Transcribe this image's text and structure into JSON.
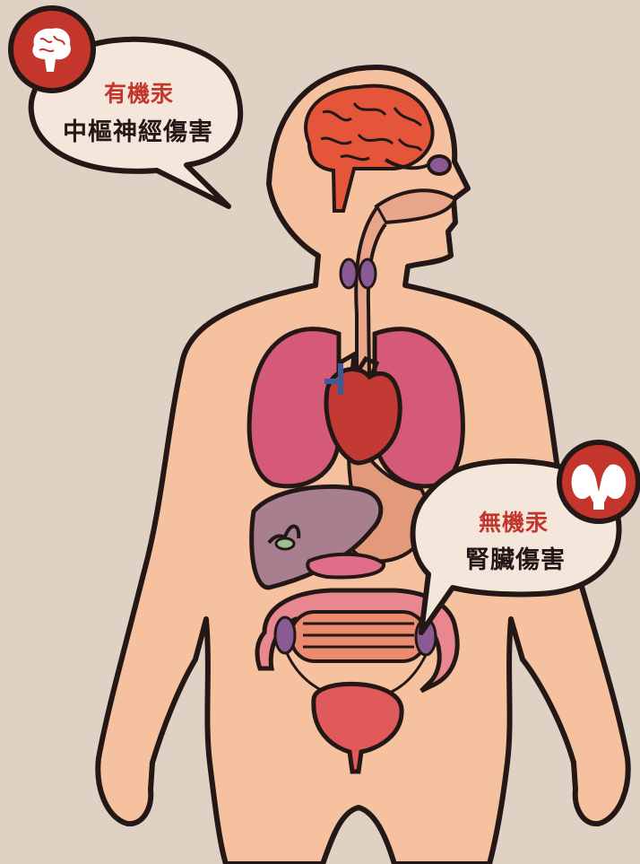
{
  "colors": {
    "background": "#dfd1c4",
    "skin": "#f6c19f",
    "outline": "#231815",
    "accent": "#c4352b",
    "bubble": "#f4e6db",
    "brain": "#e4553a",
    "lung": "#d45a78",
    "heart": "#c23a33",
    "liver": "#a77f8e",
    "intestine": "#e8878f",
    "bladder": "#e05a5c",
    "kidney": "#8a5a95"
  },
  "callouts": [
    {
      "icon": "brain-icon",
      "type_label": "有機汞",
      "effect_label": "中樞神經傷害"
    },
    {
      "icon": "kidneys-icon",
      "type_label": "無機汞",
      "effect_label": "腎臟傷害"
    }
  ]
}
